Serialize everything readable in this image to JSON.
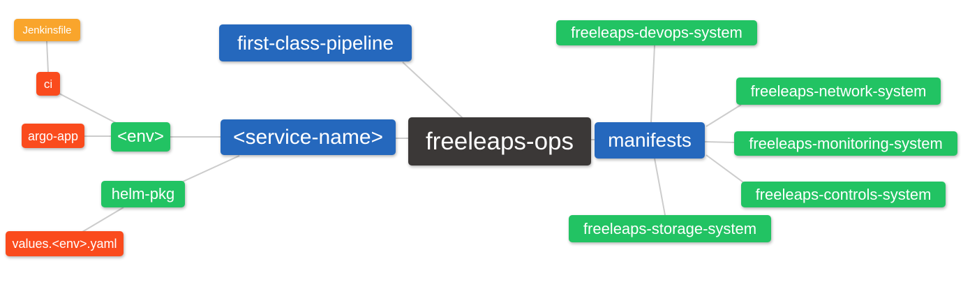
{
  "diagram": {
    "type": "mindmap",
    "root": "freeleaps-ops",
    "palette": {
      "blue": "#2568bd",
      "green": "#22c363",
      "red": "#fa4b1d",
      "orange": "#f9a52c",
      "dark": "#3b3837",
      "edge_line": "#cccccc",
      "text": "#ffffff",
      "background": "#ffffff"
    },
    "nodes": {
      "freeleaps_ops": {
        "label": "freeleaps-ops",
        "color": "#3b3837"
      },
      "first_class_pipeline": {
        "label": "first-class-pipeline",
        "color": "#2568bd"
      },
      "service_name": {
        "label": "<service-name>",
        "color": "#2568bd"
      },
      "manifests": {
        "label": "manifests",
        "color": "#2568bd"
      },
      "env": {
        "label": "<env>",
        "color": "#22c363"
      },
      "helm_pkg": {
        "label": "helm-pkg",
        "color": "#22c363"
      },
      "ci": {
        "label": "ci",
        "color": "#fa4b1d"
      },
      "argo_app": {
        "label": "argo-app",
        "color": "#fa4b1d"
      },
      "jenkinsfile": {
        "label": "Jenkinsfile",
        "color": "#f9a52c"
      },
      "values_env_yaml": {
        "label": "values.<env>.yaml",
        "color": "#fa4b1d"
      },
      "devops_system": {
        "label": "freeleaps-devops-system",
        "color": "#22c363"
      },
      "network_system": {
        "label": "freeleaps-network-system",
        "color": "#22c363"
      },
      "monitoring_system": {
        "label": "freeleaps-monitoring-system",
        "color": "#22c363"
      },
      "controls_system": {
        "label": "freeleaps-controls-system",
        "color": "#22c363"
      },
      "storage_system": {
        "label": "freeleaps-storage-system",
        "color": "#22c363"
      }
    },
    "edges": [
      {
        "from": "jenkinsfile",
        "to": "ci"
      },
      {
        "from": "ci",
        "to": "env"
      },
      {
        "from": "argo_app",
        "to": "env"
      },
      {
        "from": "env",
        "to": "service_name"
      },
      {
        "from": "service_name",
        "to": "helm_pkg"
      },
      {
        "from": "helm_pkg",
        "to": "values_env_yaml"
      },
      {
        "from": "first_class_pipeline",
        "to": "freeleaps_ops"
      },
      {
        "from": "service_name",
        "to": "freeleaps_ops"
      },
      {
        "from": "freeleaps_ops",
        "to": "manifests"
      },
      {
        "from": "manifests",
        "to": "devops_system"
      },
      {
        "from": "manifests",
        "to": "network_system"
      },
      {
        "from": "manifests",
        "to": "monitoring_system"
      },
      {
        "from": "manifests",
        "to": "controls_system"
      },
      {
        "from": "manifests",
        "to": "storage_system"
      }
    ]
  }
}
